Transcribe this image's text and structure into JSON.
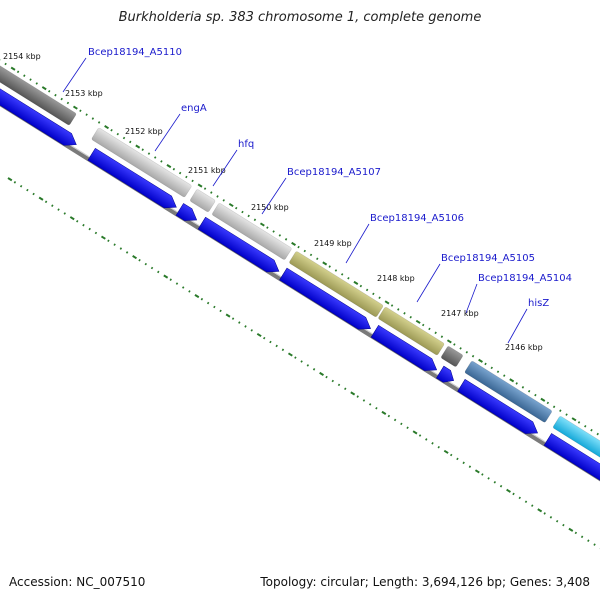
{
  "title": "Burkholderia sp. 383 chromosome 1, complete genome",
  "footer": {
    "accession": "Accession: NC_007510",
    "summary": "Topology: circular; Length: 3,694,126 bp; Genes: 3,408"
  },
  "kbp_labels": [
    "2154 kbp",
    "2153 kbp",
    "2152 kbp",
    "2151 kbp",
    "2150 kbp",
    "2149 kbp",
    "2148 kbp",
    "2147 kbp",
    "2146 kbp"
  ],
  "gene_labels": [
    "Bcep18194_A5110",
    "engA",
    "hfq",
    "Bcep18194_A5107",
    "Bcep18194_A5106",
    "Bcep18194_A5105",
    "Bcep18194_A5104",
    "hisZ"
  ],
  "colors": {
    "background": "#ffffff",
    "cds": "#0b0bea",
    "backbone": "#888888",
    "tick": "#2a7a2a",
    "gene_label": "#1a1acc",
    "feature_dark": "#6e6e6e",
    "feature_light": "#bdbdbd",
    "feature_olive": "#b3b06a",
    "feature_steel": "#4d7fb0",
    "feature_cyan": "#2bc4ee"
  }
}
